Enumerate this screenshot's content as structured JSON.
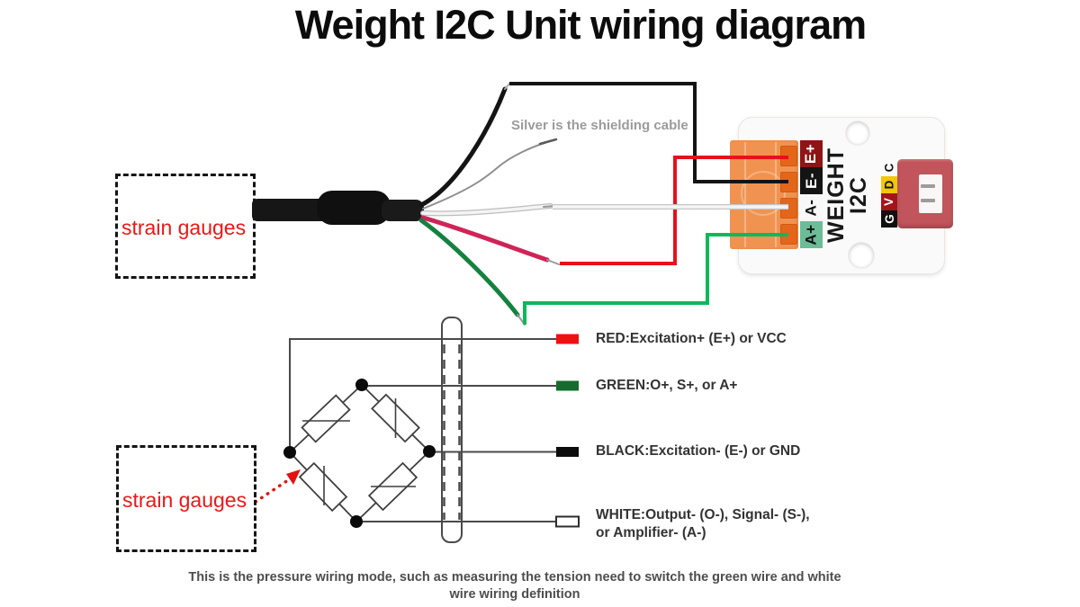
{
  "title": "Weight I2C Unit wiring diagram",
  "shielding_note": "Silver is the shielding cable",
  "strain_gauges": {
    "top_label": "strain gauges",
    "bottom_label": "strain gauges"
  },
  "caption": {
    "line1": "This is the pressure wiring mode, such as measuring the tension need to switch the green wire and white",
    "line2": "wire wiring definition"
  },
  "module": {
    "name_line1": "WEIGHT",
    "name_line2": "I2C",
    "terminals": [
      {
        "label": "E+",
        "bg": "#8f1416",
        "fg": "#ffffff"
      },
      {
        "label": "E-",
        "bg": "#141414",
        "fg": "#ffffff"
      },
      {
        "label": "A-",
        "bg": "#f8f8f8",
        "fg": "#111111"
      },
      {
        "label": "A+",
        "bg": "#6cbd97",
        "fg": "#111111"
      }
    ],
    "grove_pins": [
      {
        "label": "C",
        "bg": "#fbfafa",
        "fg": "#111111"
      },
      {
        "label": "D",
        "bg": "#f2c60a",
        "fg": "#111111"
      },
      {
        "label": "V",
        "bg": "#a3151b",
        "fg": "#ffffff"
      },
      {
        "label": "G",
        "bg": "#101010",
        "fg": "#ffffff"
      }
    ]
  },
  "legend": [
    {
      "id": "red",
      "color": "#ee1111",
      "text": "RED:Excitation+ (E+) or VCC"
    },
    {
      "id": "green",
      "color": "#176b2d",
      "text": "GREEN:O+, S+, or A+"
    },
    {
      "id": "black",
      "color": "#0c0c0c",
      "text": "BLACK:Excitation- (E-) or GND"
    },
    {
      "id": "white",
      "color": "#ffffff",
      "text": "WHITE:Output- (O-), Signal- (S-),",
      "text2": "or Amplifier- (A-)"
    }
  ],
  "wire_colors": {
    "red": "#e8101c",
    "green": "#0db85c",
    "black": "#141414",
    "white": "#f5f5f5",
    "silver": "#8f8f8f",
    "photo_red": "#cf2457",
    "photo_green": "#15813f"
  }
}
